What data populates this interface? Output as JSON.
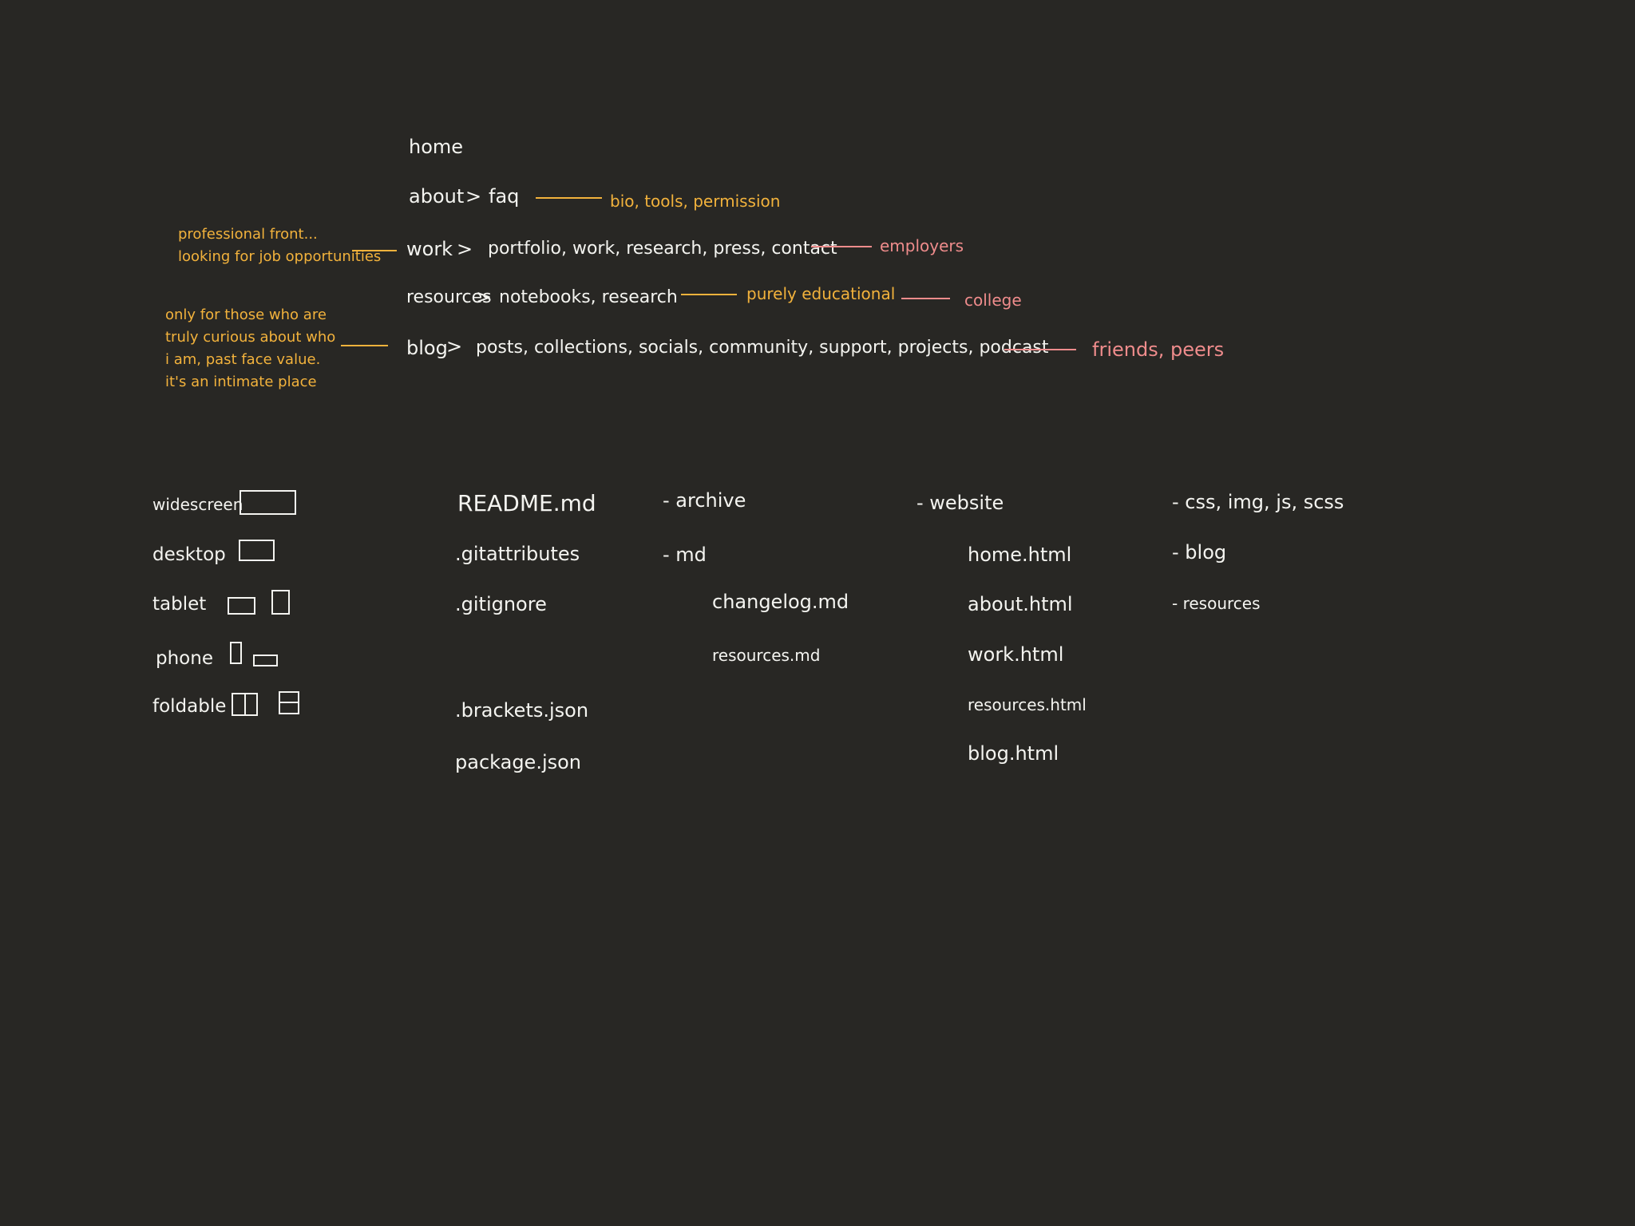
{
  "sitemap": {
    "home": "home",
    "about": {
      "label": "about",
      "sep": ">",
      "children": "faq",
      "note": "bio, tools, permission"
    },
    "work": {
      "label": "work",
      "sep": ">",
      "children": "portfolio, work, research, press, contact",
      "audience": "employers"
    },
    "resources": {
      "label": "resources",
      "sep": ">",
      "children": "notebooks, research",
      "note": "purely educational",
      "audience": "college"
    },
    "blog": {
      "label": "blog",
      "sep": ">",
      "children": "posts, collections, socials, community, support, projects, podcast",
      "audience": "friends, peers"
    }
  },
  "annotations": {
    "work_note": [
      "professional front...",
      "looking for job opportunities"
    ],
    "blog_note": [
      "only for those who are",
      "truly curious about who",
      "i am, past face value.",
      "it's an intimate place"
    ]
  },
  "devices": [
    {
      "label": "widescreen",
      "icon": "widescreen-rect-icon"
    },
    {
      "label": "desktop",
      "icon": "desktop-rect-icon"
    },
    {
      "label": "tablet",
      "icon": "tablet-icons"
    },
    {
      "label": "phone",
      "icon": "phone-icons"
    },
    {
      "label": "foldable",
      "icon": "foldable-icons"
    }
  ],
  "files": {
    "root": [
      "README.md",
      ".gitattributes",
      ".gitignore",
      ".brackets.json",
      "package.json"
    ],
    "archive": {
      "label": "- archive"
    },
    "md": {
      "label": "- md",
      "children": [
        "changelog.md",
        "resources.md"
      ]
    },
    "website": {
      "label": "- website",
      "children": [
        "home.html",
        "about.html",
        "work.html",
        "resources.html",
        "blog.html"
      ]
    },
    "assets": [
      "- css, img, js, scss",
      "- blog",
      "- resources"
    ]
  },
  "colors": {
    "background": "#282724",
    "text": "#f4f4f0",
    "accent_yellow": "#f2b23c",
    "accent_pink": "#ef8c8c"
  }
}
